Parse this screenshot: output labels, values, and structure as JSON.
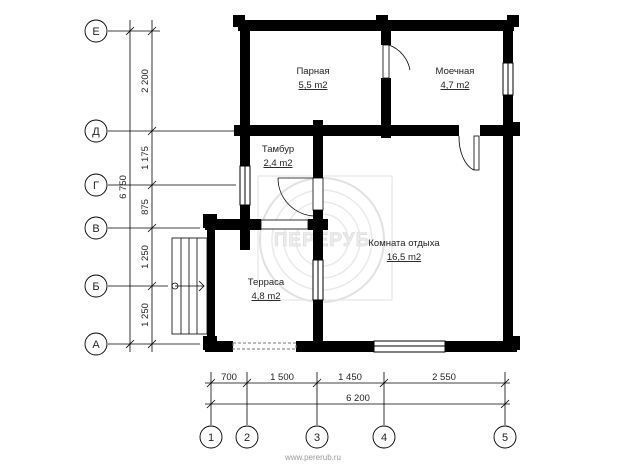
{
  "rooms": {
    "parnaya": {
      "name": "Парная",
      "area": "5,5 m2"
    },
    "moechnaya": {
      "name": "Моечная",
      "area": "4,7 m2"
    },
    "tambur": {
      "name": "Тамбур",
      "area": "2,4 m2"
    },
    "komnata": {
      "name": "Комната отдыха",
      "area": "16,5 m2"
    },
    "terrasa": {
      "name": "Терраса",
      "area": "4,8 m2"
    }
  },
  "row_axes": [
    "Е",
    "Д",
    "Г",
    "В",
    "Б",
    "А"
  ],
  "column_axes": [
    "1",
    "2",
    "3",
    "4",
    "5"
  ],
  "vertical_dimensions": {
    "total": "6 750",
    "segments": [
      "2 200",
      "1 175",
      "875",
      "1 250",
      "1 250"
    ]
  },
  "horizontal_dimensions": {
    "segments": [
      "700",
      "1 500",
      "1 450",
      "2 550"
    ],
    "total": "6 200"
  },
  "watermark": {
    "logo_text": "ПЕРЕРУБ",
    "site": "www.pererub.ru"
  }
}
